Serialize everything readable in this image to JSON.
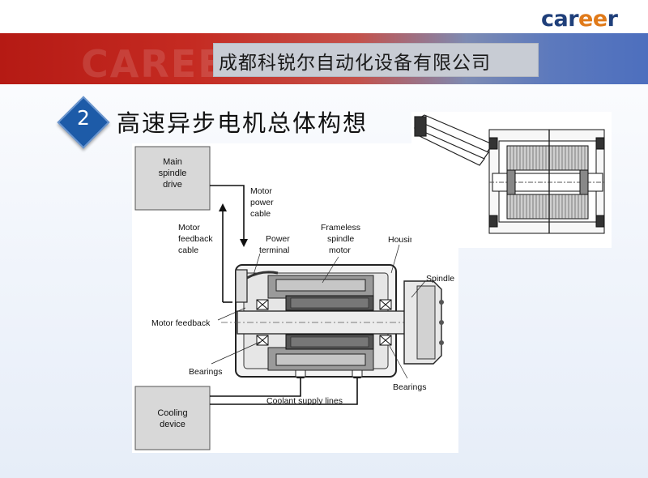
{
  "header": {
    "logo": {
      "prefix": "car",
      "accent": "ee",
      "suffix": "r"
    },
    "company_name": "成都科锐尔自动化设备有限公司",
    "banner_watermark": "CAREER"
  },
  "section": {
    "number": "2",
    "title": "高速异步电机总体构想"
  },
  "diagram": {
    "labels": {
      "main_drive_1": "Main",
      "main_drive_2": "spindle",
      "main_drive_3": "drive",
      "motor_power_1": "Motor",
      "motor_power_2": "power",
      "motor_power_3": "cable",
      "feedback_cable_1": "Motor",
      "feedback_cable_2": "feedback",
      "feedback_cable_3": "cable",
      "power_terminal_1": "Power",
      "power_terminal_2": "terminal",
      "frameless_1": "Frameless",
      "frameless_2": "spindle",
      "frameless_3": "motor",
      "housing": "Housing",
      "spindle": "Spindle",
      "motor_feedback": "Motor feedback",
      "bearings_left": "Bearings",
      "bearings_right": "Bearings",
      "cooling_1": "Cooling",
      "cooling_2": "device",
      "coolant_lines": "Coolant supply lines"
    }
  },
  "colors": {
    "banner_red": "#b51a14",
    "banner_blue": "#4d6fbe",
    "badge_blue": "#1d5ba8",
    "logo_blue": "#1f3f7a",
    "logo_orange": "#e07a1a"
  }
}
